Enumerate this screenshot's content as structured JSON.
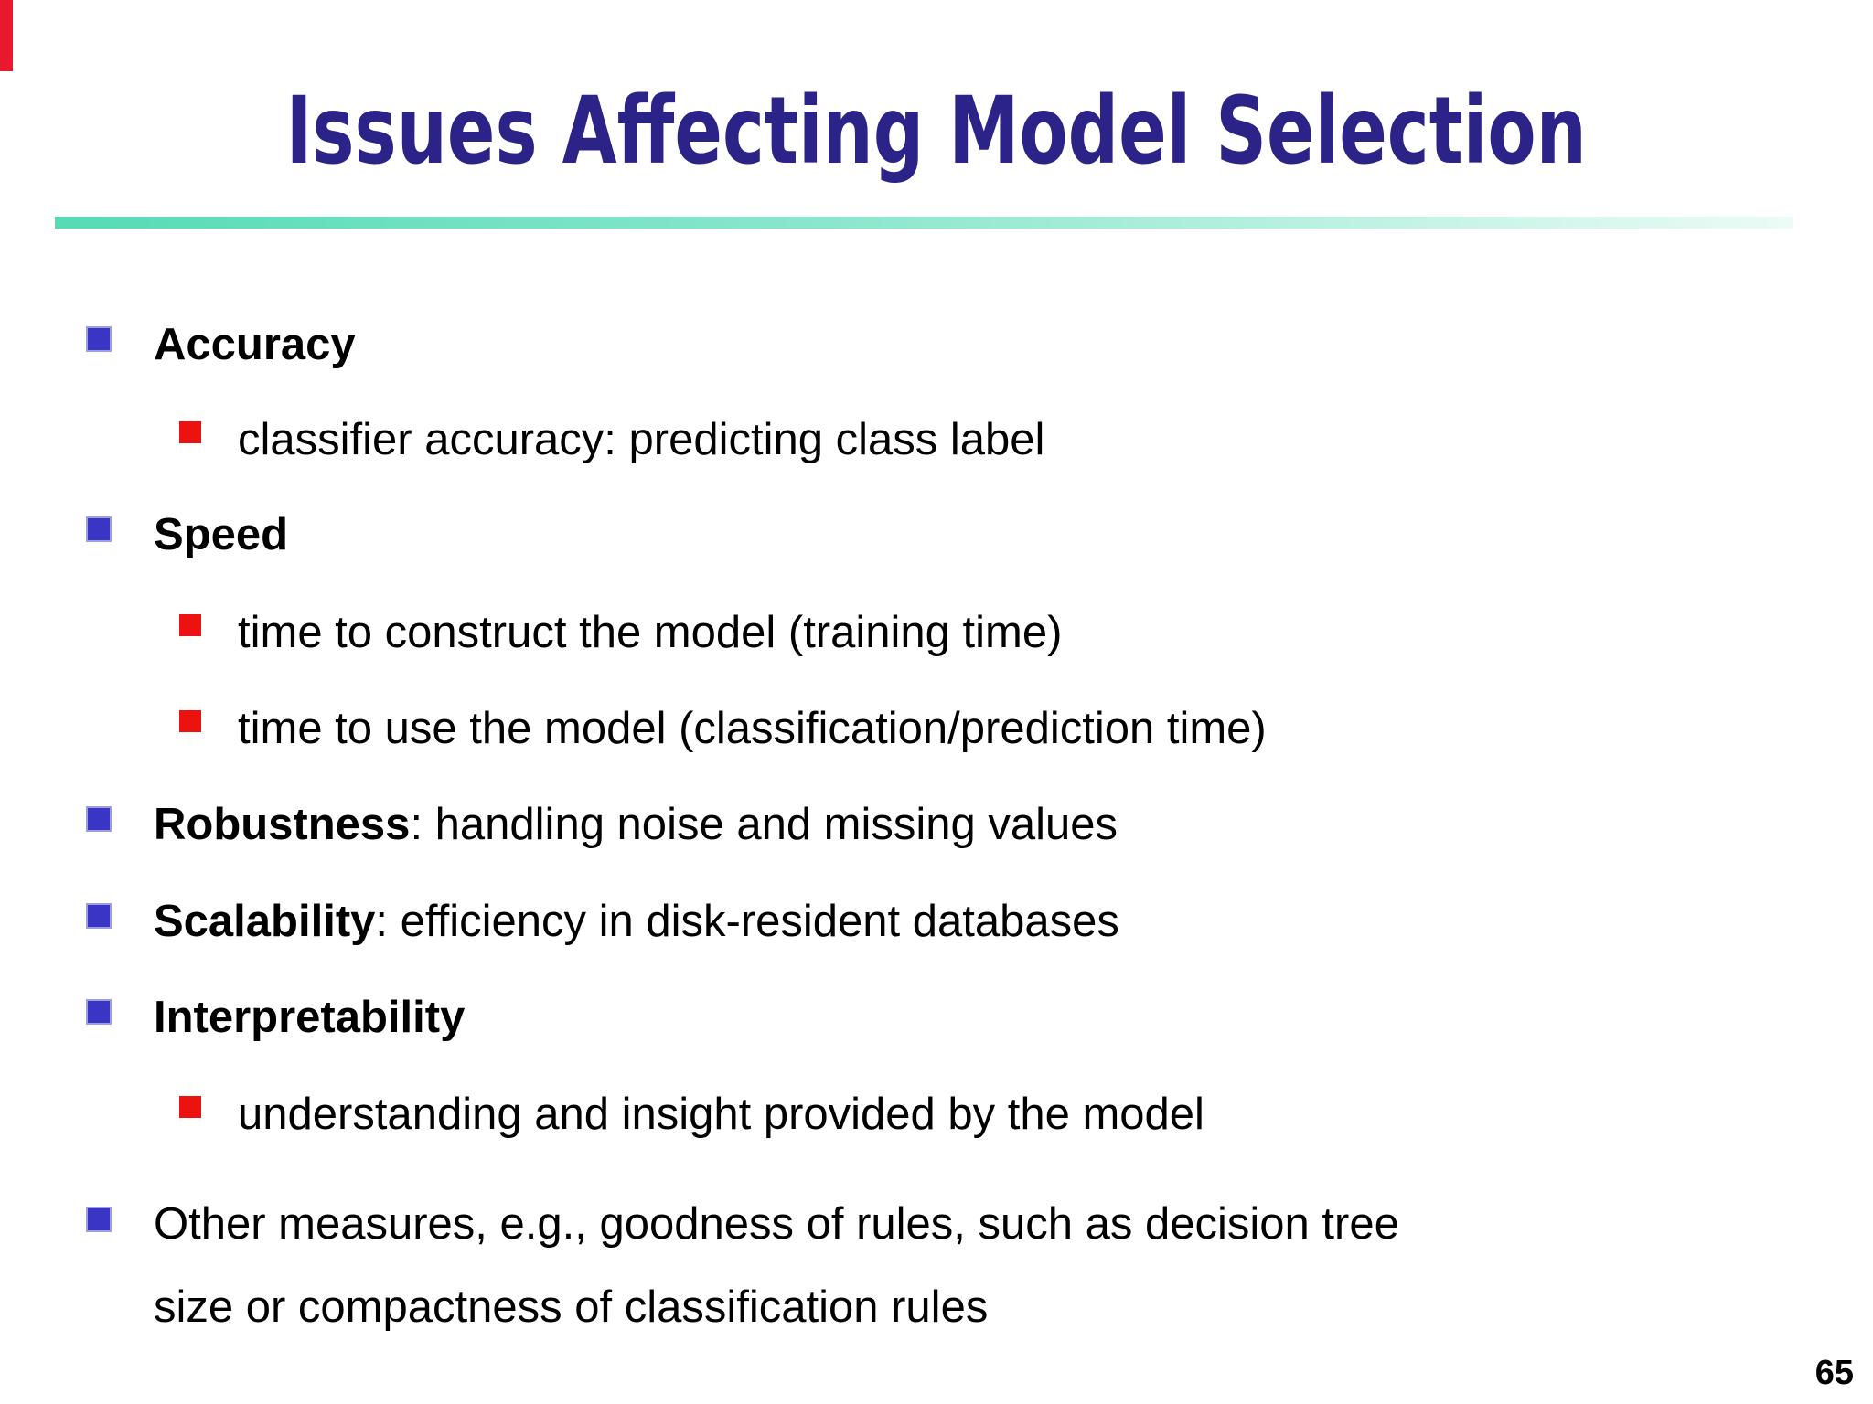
{
  "slide": {
    "title": "Issues Affecting Model Selection",
    "page_number": "65",
    "colors": {
      "title_text": "#2b2387",
      "accent_bar": "#e8192d",
      "level1_bullet": "#3b35c6",
      "level2_bullet": "#ee1111",
      "rule_gradient_left": "#55dbb5",
      "rule_gradient_right": "#ecfbf6",
      "body_text": "#000000",
      "background": "#ffffff"
    },
    "bullets": [
      {
        "level": 1,
        "bold": "Accuracy",
        "rest": ""
      },
      {
        "level": 2,
        "bold": "",
        "rest": "classifier accuracy: predicting class label"
      },
      {
        "level": 1,
        "bold": "Speed",
        "rest": ""
      },
      {
        "level": 2,
        "bold": "",
        "rest": "time to construct the model (training time)"
      },
      {
        "level": 2,
        "bold": "",
        "rest": "time to use the model (classification/prediction time)"
      },
      {
        "level": 1,
        "bold": "Robustness",
        "rest": ": handling noise and missing values"
      },
      {
        "level": 1,
        "bold": "Scalability",
        "rest": ": efficiency in disk-resident databases"
      },
      {
        "level": 1,
        "bold": "Interpretability",
        "rest": ""
      },
      {
        "level": 2,
        "bold": "",
        "rest": "understanding and insight provided by the model"
      },
      {
        "level": 1,
        "bold": "",
        "rest": "Other measures, e.g., goodness of rules, such as decision tree\nsize or compactness of classification rules"
      }
    ]
  }
}
